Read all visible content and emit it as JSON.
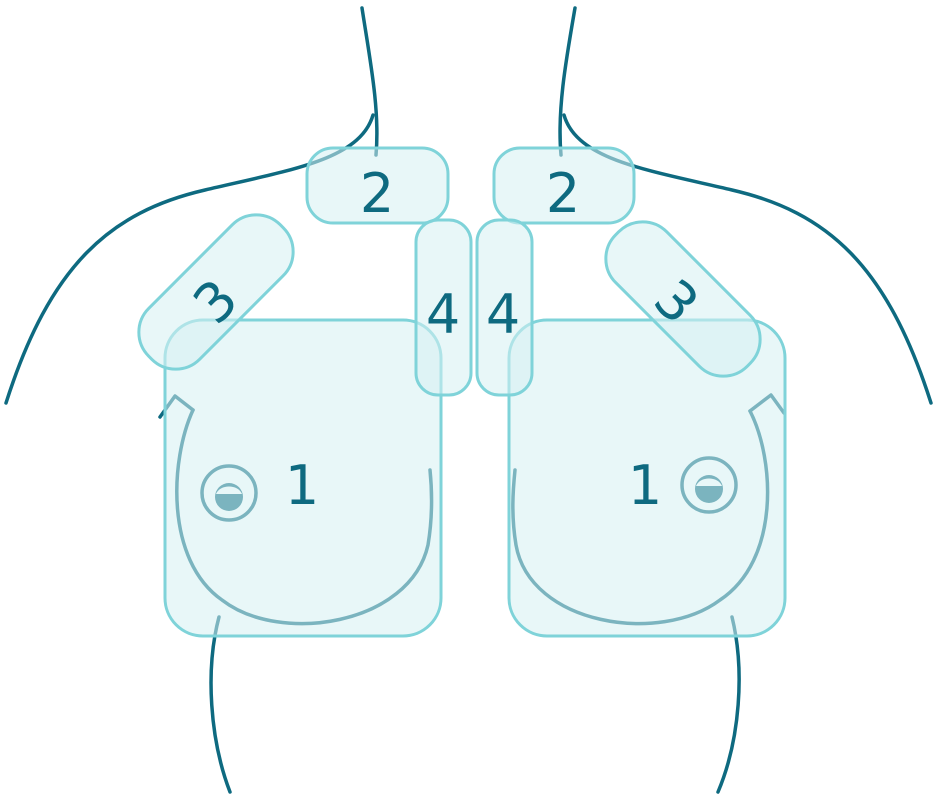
{
  "colors": {
    "outline": "#0e6a80",
    "zone_fill": "#d6f0f2",
    "zone_stroke": "#7fd3d9",
    "background": "#ffffff"
  },
  "zones": {
    "right_breast": "1",
    "left_breast": "1",
    "right_clavicle": "2",
    "left_clavicle": "2",
    "right_axilla": "3",
    "left_axilla": "3",
    "right_sternum": "4",
    "left_sternum": "4"
  }
}
